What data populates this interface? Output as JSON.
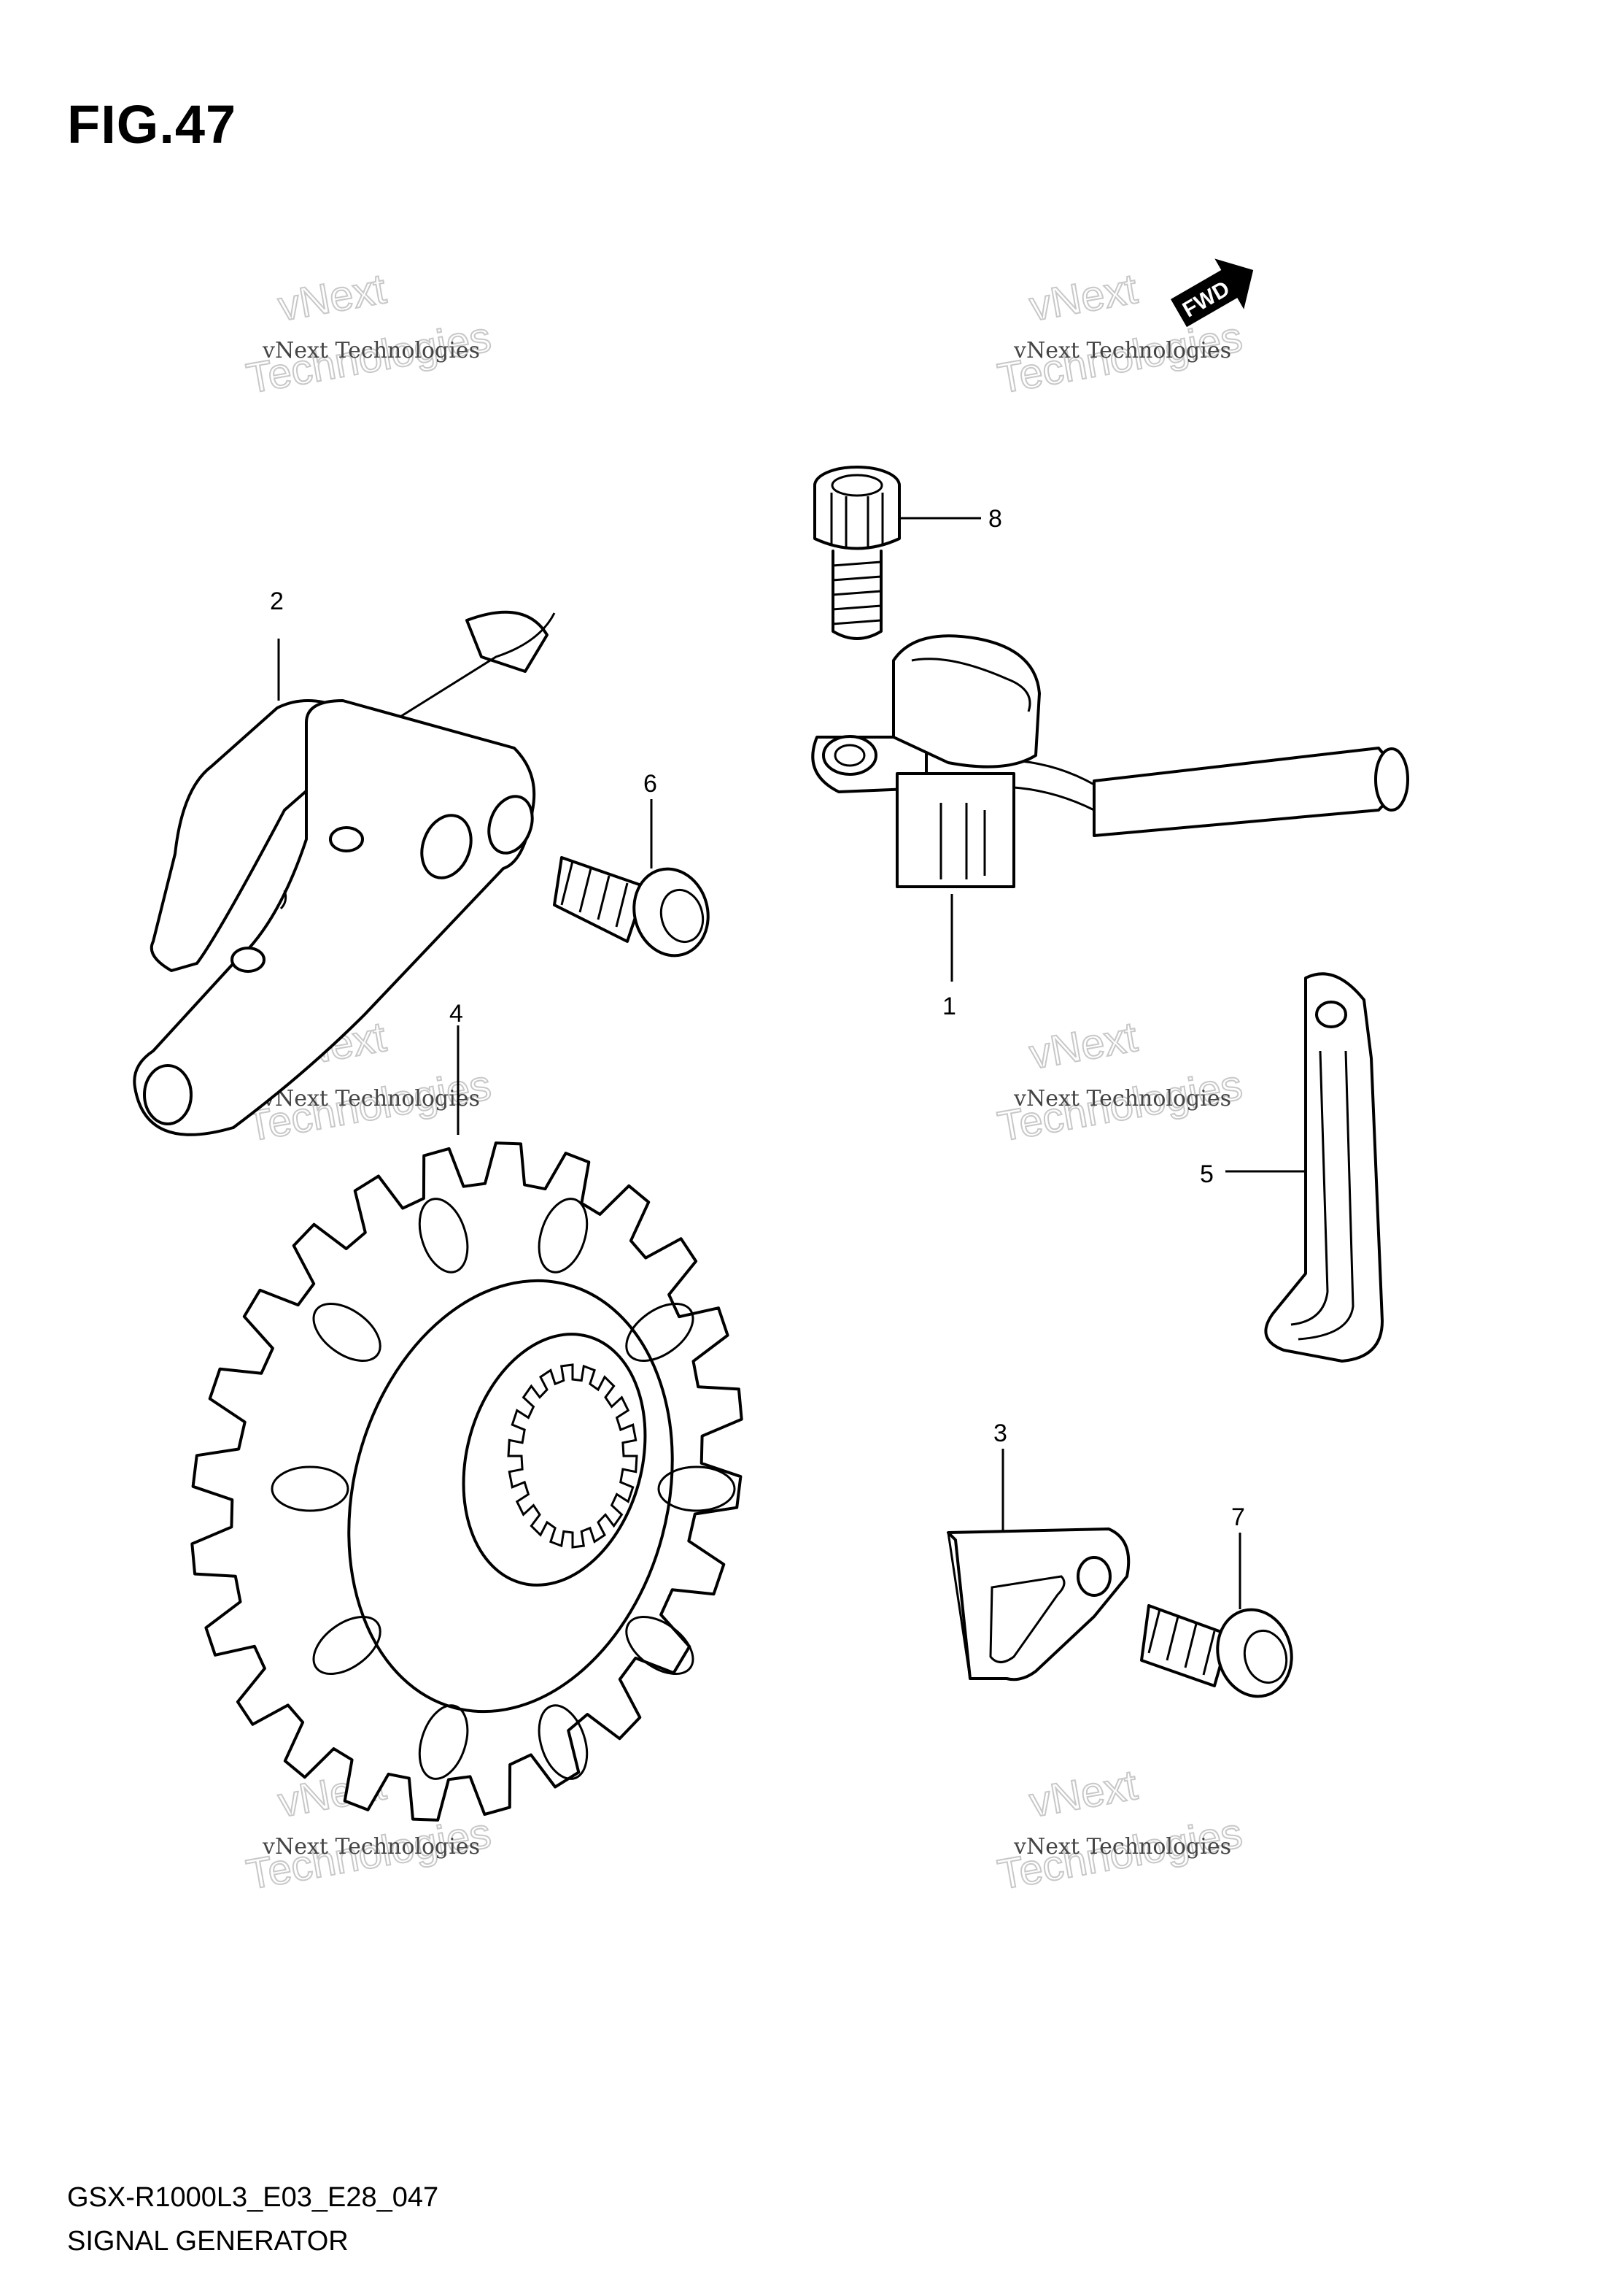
{
  "figure": {
    "title": "FIG.47"
  },
  "fwd_badge": {
    "label": "FWD"
  },
  "callouts": [
    {
      "id": "1",
      "label": "1"
    },
    {
      "id": "2",
      "label": "2"
    },
    {
      "id": "3",
      "label": "3"
    },
    {
      "id": "4",
      "label": "4"
    },
    {
      "id": "5",
      "label": "5"
    },
    {
      "id": "6",
      "label": "6"
    },
    {
      "id": "7",
      "label": "7"
    },
    {
      "id": "8",
      "label": "8"
    }
  ],
  "watermark": {
    "line1": "vNext Technologies",
    "line2": "vNext",
    "line3": "Technologies"
  },
  "footer": {
    "code": "GSX-R1000L3_E03_E28_047",
    "name": "SIGNAL GENERATOR"
  }
}
